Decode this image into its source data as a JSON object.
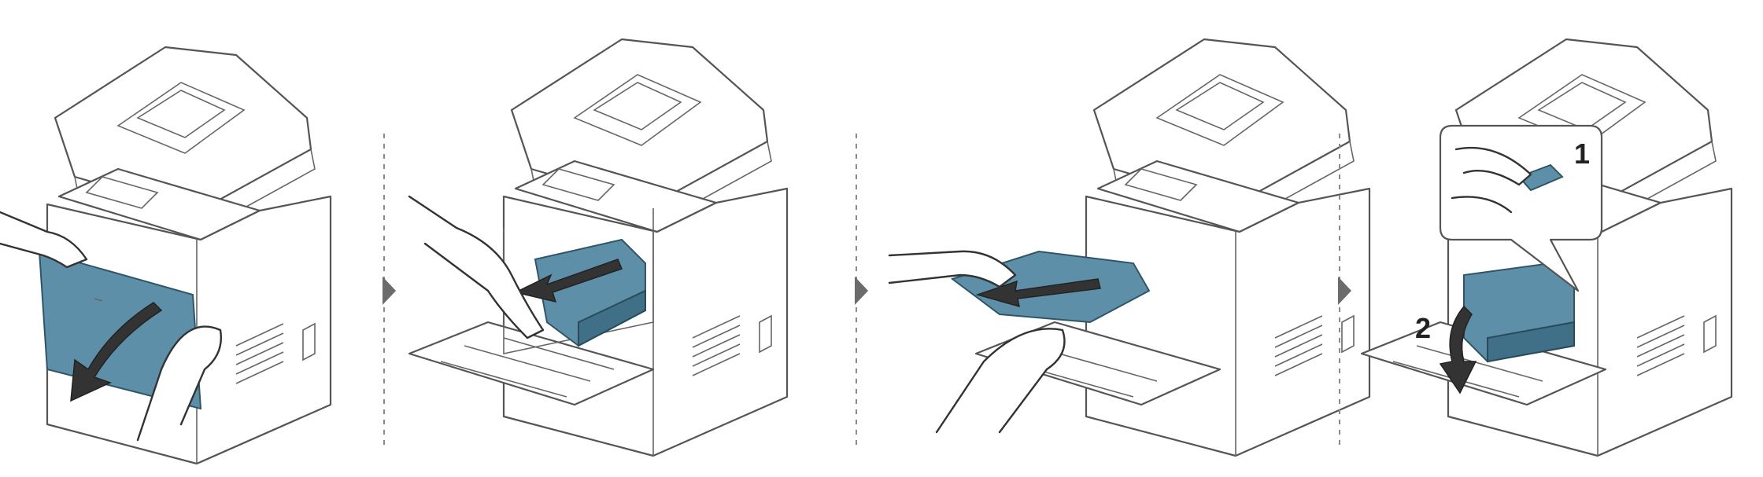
{
  "diagram": {
    "panels": [
      {
        "id": "step-a",
        "action": "open-front-cover"
      },
      {
        "id": "step-b",
        "action": "remove-toner-cartridge"
      },
      {
        "id": "step-c",
        "action": "pull-out-jammed-paper"
      },
      {
        "id": "step-d",
        "action": "release-and-lower-unit"
      }
    ],
    "step_labels": {
      "one": "1",
      "two": "2"
    },
    "icons": [
      "printer-illustration",
      "hand-icon",
      "curved-arrow-icon",
      "straight-arrow-icon",
      "chevron-right-icon",
      "magnifier-callout-icon"
    ],
    "colors": {
      "accent": "#5d90a8",
      "accent_dark": "#3f7088",
      "line": "#555555"
    }
  }
}
